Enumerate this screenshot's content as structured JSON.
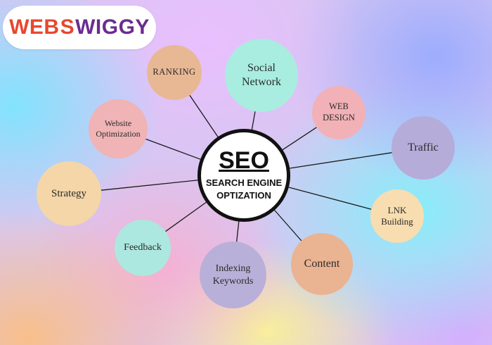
{
  "logo": {
    "part1": "WEB",
    "part2": "S",
    "part3": "WIGGY"
  },
  "hub": {
    "title": "SEO",
    "subtitle": "SEARCH ENGINE OPTIZATION"
  },
  "nodes": [
    {
      "label": "RANKING",
      "color": "#e8b894"
    },
    {
      "label": "Social Network",
      "color": "#a8ede0"
    },
    {
      "label": "WEB DESIGN",
      "color": "#f2b1b6"
    },
    {
      "label": "Traffic",
      "color": "#b5acd9"
    },
    {
      "label": "LNK Building",
      "color": "#f8ddb0"
    },
    {
      "label": "Content",
      "color": "#eab392"
    },
    {
      "label": "Indexing Keywords",
      "color": "#b8b0d8"
    },
    {
      "label": "Feedback",
      "color": "#ace8df"
    },
    {
      "label": "Strategy",
      "color": "#f4d6a8"
    },
    {
      "label": "Website Optimization",
      "color": "#f0b3b6"
    }
  ]
}
